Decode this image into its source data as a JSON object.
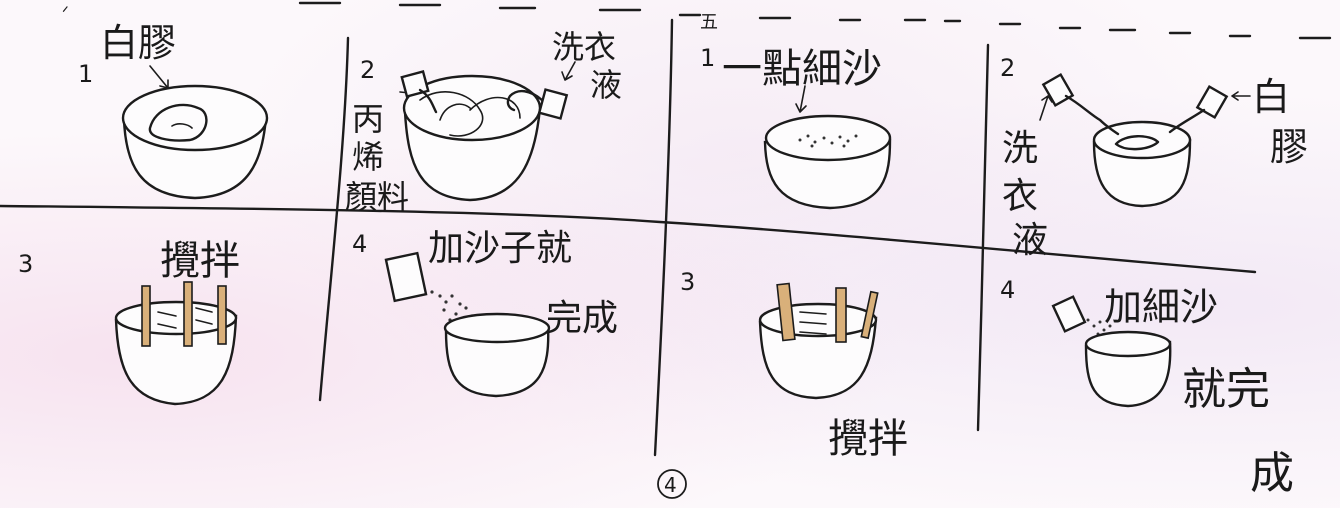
{
  "marks": {
    "corner_tick": "ᐟ",
    "top_header": "五"
  },
  "panels": [
    {
      "step": "1",
      "labels": [
        "白膠"
      ]
    },
    {
      "step": "2",
      "labels": [
        "洗衣",
        "液",
        "丙",
        "烯",
        "顏料"
      ]
    },
    {
      "step": "1",
      "labels": [
        "一點細沙"
      ]
    },
    {
      "step": "2",
      "labels": [
        "白",
        "膠",
        "洗",
        "衣",
        "液"
      ]
    },
    {
      "step": "3",
      "labels": [
        "攪拌"
      ]
    },
    {
      "step": "4",
      "labels": [
        "加沙子就",
        "完成"
      ]
    },
    {
      "step": "3",
      "labels": [
        "攪拌"
      ]
    },
    {
      "step": "4",
      "labels": [
        "加細沙",
        "就完",
        "成"
      ]
    }
  ],
  "page_number": "4"
}
